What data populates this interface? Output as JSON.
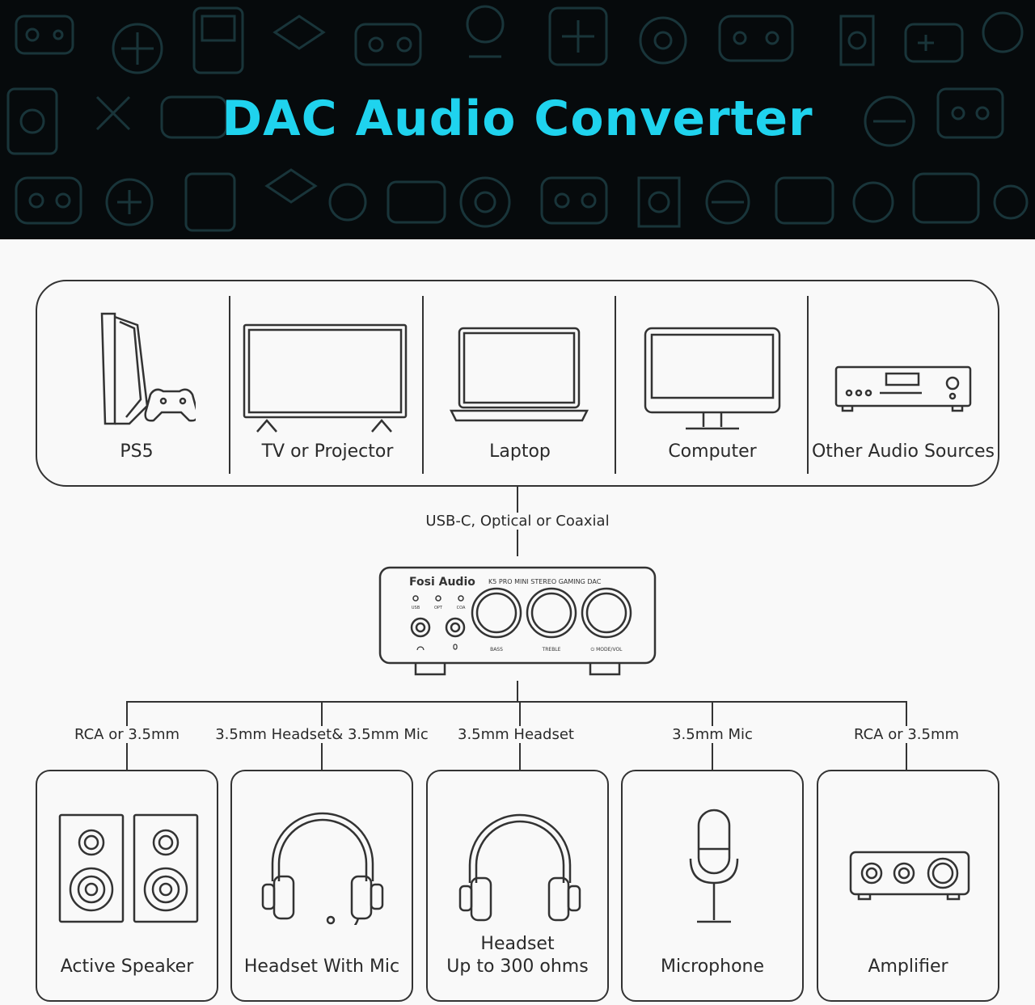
{
  "banner": {
    "title": "DAC Audio Converter"
  },
  "sources": [
    {
      "label": "PS5",
      "icon": "ps5-console-icon"
    },
    {
      "label": "TV or Projector",
      "icon": "tv-icon"
    },
    {
      "label": "Laptop",
      "icon": "laptop-icon"
    },
    {
      "label": "Computer",
      "icon": "computer-monitor-icon"
    },
    {
      "label": "Other Audio Sources",
      "icon": "audio-player-icon"
    }
  ],
  "input_connection": "USB-C, Optical or Coaxial",
  "device": {
    "brand": "Fosi Audio",
    "model": "K5 PRO MINI STEREO GAMING DAC",
    "indicators": [
      "USB",
      "OPT",
      "COA"
    ],
    "knobs": [
      "BASS",
      "TREBLE",
      "⏻ MODE/VOL"
    ]
  },
  "outputs": [
    {
      "connection": "RCA or 3.5mm",
      "label": "Active Speaker",
      "icon": "speaker-icon"
    },
    {
      "connection": "3.5mm Headset& 3.5mm Mic",
      "label": "Headset With Mic",
      "icon": "headset-mic-icon"
    },
    {
      "connection": "3.5mm Headset",
      "label_line1": "Headset",
      "label_line2": "Up to 300 ohms",
      "icon": "headphones-icon"
    },
    {
      "connection": "3.5mm Mic",
      "label": "Microphone",
      "icon": "microphone-icon"
    },
    {
      "connection": "RCA or 3.5mm",
      "label": "Amplifier",
      "icon": "amplifier-icon"
    }
  ],
  "colors": {
    "accent": "#1fd3ee",
    "banner_bg": "#060a0c",
    "line": "#333333"
  }
}
